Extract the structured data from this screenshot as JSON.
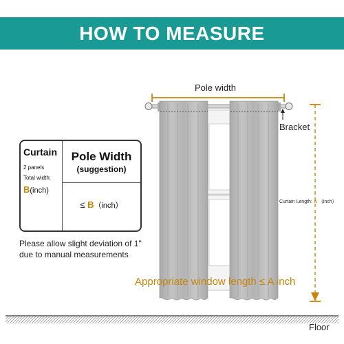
{
  "header": {
    "title": "HOW TO MEASURE"
  },
  "diagram": {
    "pole_width_label": "Pole width",
    "bracket_label": "Bracket",
    "curtain_length_label": "Curtain Length:",
    "curtain_length_var": "A",
    "curtain_length_unit": "（inch）",
    "window_length_label": "Appropriate window length ≤ A inch",
    "floor_label": "Floor"
  },
  "size_table": {
    "curtain_heading": "Curtain",
    "panels": "2 panels",
    "total_width_label": "Total width:",
    "total_width_var": "B",
    "total_width_unit": "(inch)",
    "pole_width_heading": "Pole Width",
    "pole_width_sub": "(suggestion)",
    "value_prefix": "≤",
    "value_var": "B",
    "value_unit": "（inch）"
  },
  "note": {
    "line1": "Please allow slight deviation of 1\"",
    "line2": "due to manual measurements"
  },
  "colors": {
    "banner": "#1a9a95",
    "accent": "#c8860a",
    "curtain": "#b9b9b9"
  }
}
